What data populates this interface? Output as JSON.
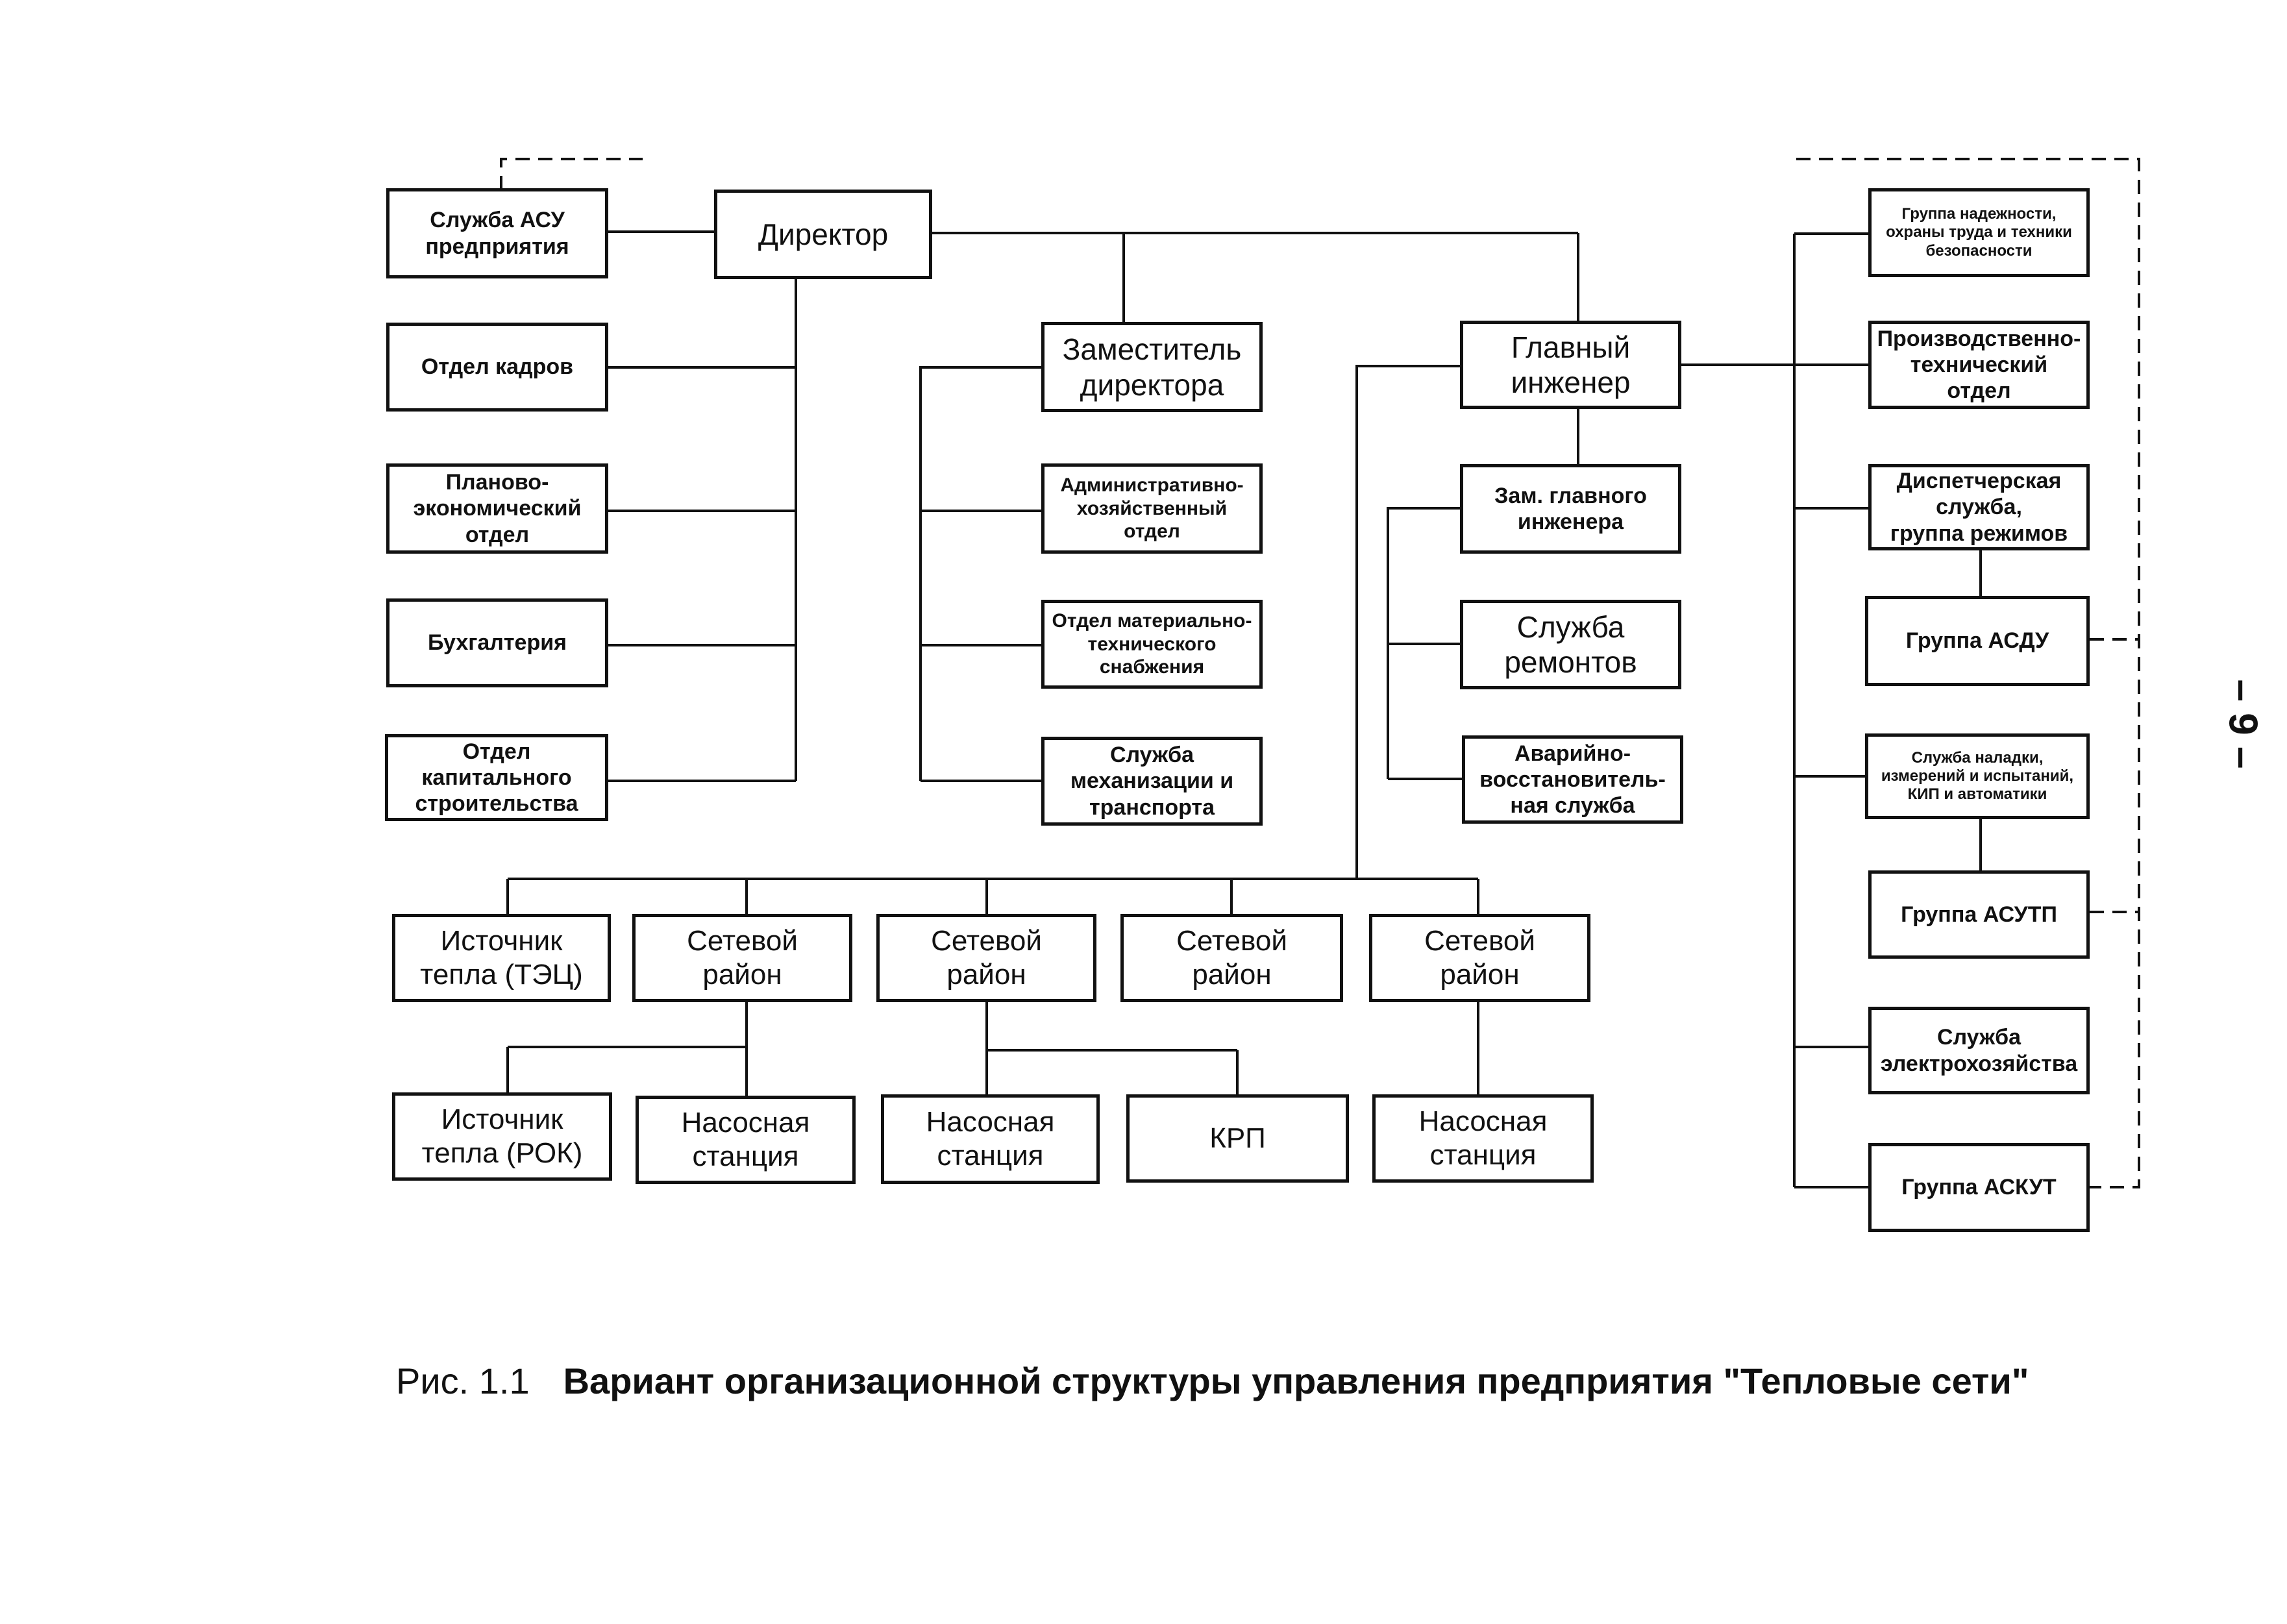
{
  "diagram": {
    "director": "Директор",
    "left_units": [
      "Служба АСУ\nпредприятия",
      "Отдел кадров",
      "Планово-\nэкономический\nотдел",
      "Бухгалтерия",
      "Отдел\nкапитального\nстроительства"
    ],
    "deputy_director": "Заместитель\nдиректора",
    "deputy_units": [
      "Административно-\nхозяйственный\nотдел",
      "Отдел материально-\nтехнического\nснабжения",
      "Служба\nмеханизации и\nтранспорта"
    ],
    "chief_engineer": "Главный\nинженер",
    "chief_engineer_units": [
      "Зам. главного\nинженера",
      "Служба\nремонтов",
      "Аварийно-\nвосстановитель-\nная служба"
    ],
    "right_units": [
      "Группа надежности,\nохраны труда и техники\nбезопасности",
      "Производственно-\nтехнический\nотдел",
      "Диспетчерская\nслужба,\nгруппа режимов",
      "Группа АСДУ",
      "Служба наладки,\nизмерений и испытаний,\nКИП и автоматики",
      "Группа АСУТП",
      "Служба\nэлектрохозяйства",
      "Группа АСКУТ"
    ],
    "field_units": [
      "Источник\nтепла (ТЭЦ)",
      "Сетевой\nрайон",
      "Сетевой\nрайон",
      "Сетевой\nрайон",
      "Сетевой\nрайон"
    ],
    "sub_units": [
      "Источник\nтепла (РОК)",
      "Насосная\nстанция",
      "Насосная\nстанция",
      "КРП",
      "Насосная\nстанция"
    ]
  },
  "caption": {
    "figure_number": "Рис. 1.1",
    "title": "Вариант организационной структуры управления предприятия \"Тепловые сети\""
  },
  "page_number": "– 9 –"
}
